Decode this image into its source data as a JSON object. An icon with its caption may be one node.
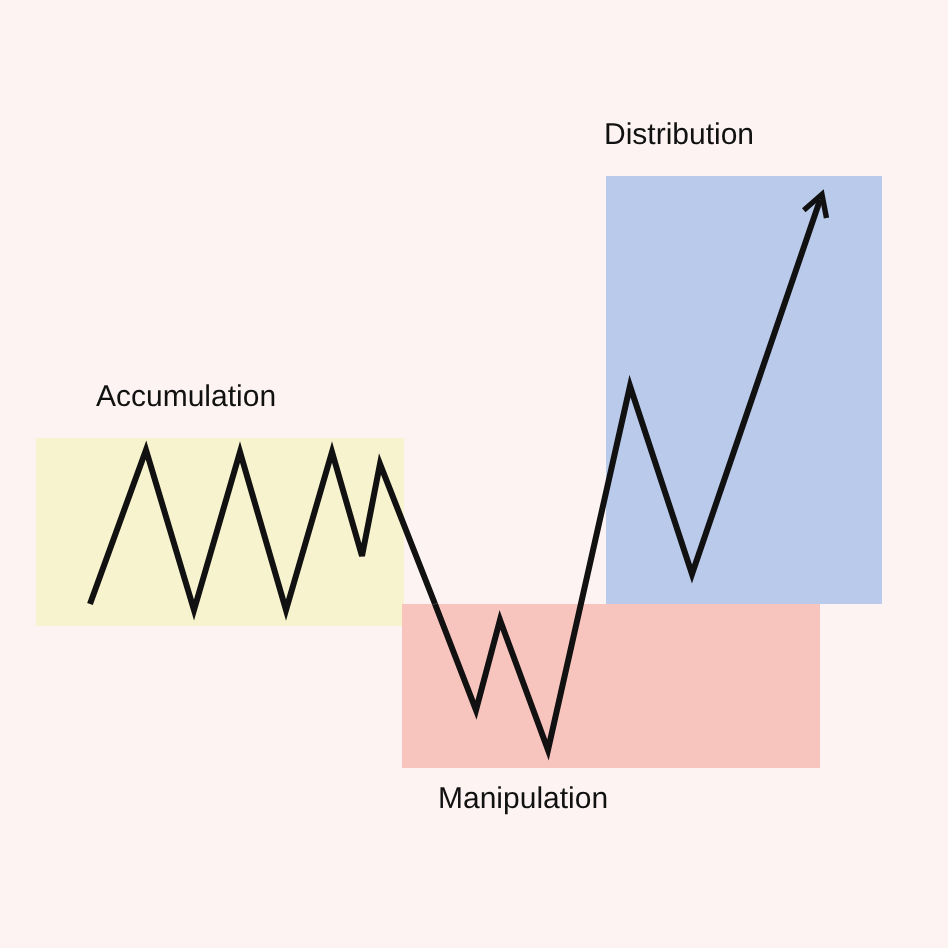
{
  "diagram": {
    "nodes": [
      {
        "text": [
          "Accumulation"
        ]
      },
      {
        "text": [
          "Manipulation"
        ]
      },
      {
        "text": [
          "Distribution"
        ]
      }
    ],
    "edges": [
      {
        "from": 0,
        "to": 1,
        "arrow": "none"
      },
      {
        "from": 1,
        "to": 2,
        "arrow": "to"
      }
    ]
  }
}
